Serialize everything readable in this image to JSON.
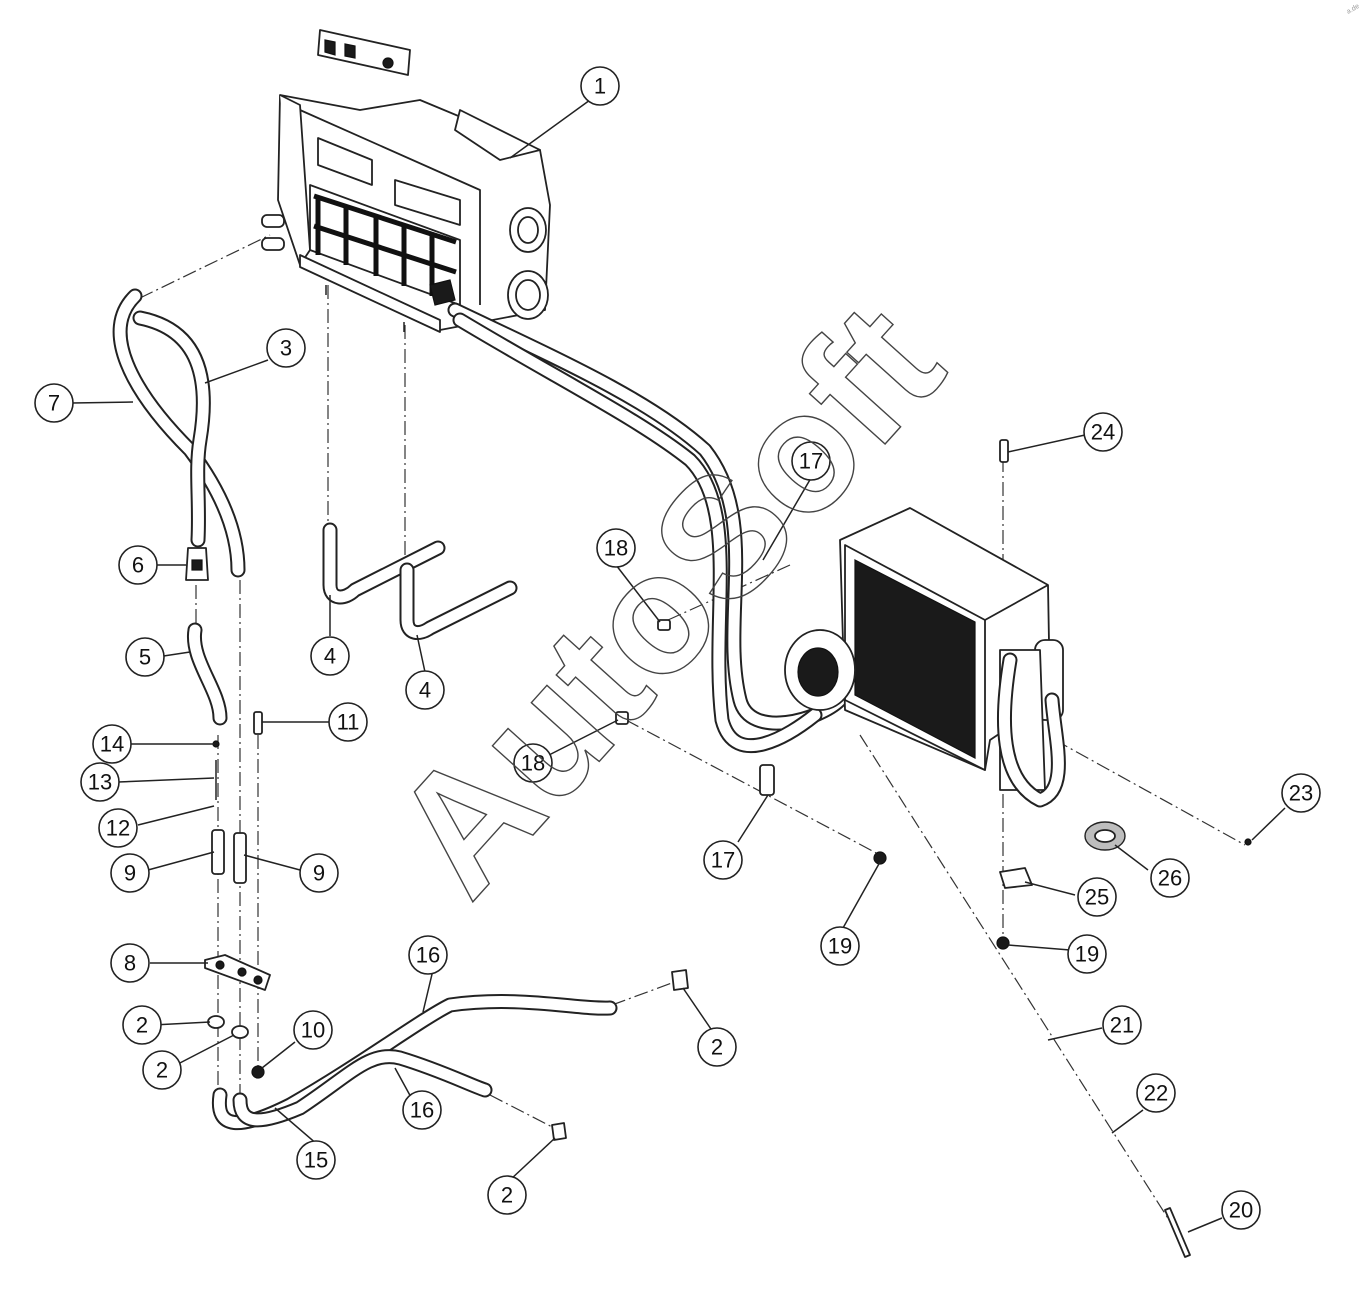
{
  "watermark": "AutoSoft",
  "corner_mark": "a.de",
  "callout_labels": {
    "c1": "1",
    "c2a": "2",
    "c2b": "2",
    "c2c": "2",
    "c2d": "2",
    "c3": "3",
    "c4a": "4",
    "c4b": "4",
    "c5": "5",
    "c6": "6",
    "c7": "7",
    "c8": "8",
    "c9a": "9",
    "c9b": "9",
    "c10": "10",
    "c11": "11",
    "c12": "12",
    "c13": "13",
    "c14": "14",
    "c15": "15",
    "c16a": "16",
    "c16b": "16",
    "c17a": "17",
    "c17b": "17",
    "c18a": "18",
    "c18b": "18",
    "c19a": "19",
    "c19b": "19",
    "c20": "20",
    "c21": "21",
    "c22": "22",
    "c23": "23",
    "c24": "24",
    "c25": "25",
    "c26": "26"
  }
}
